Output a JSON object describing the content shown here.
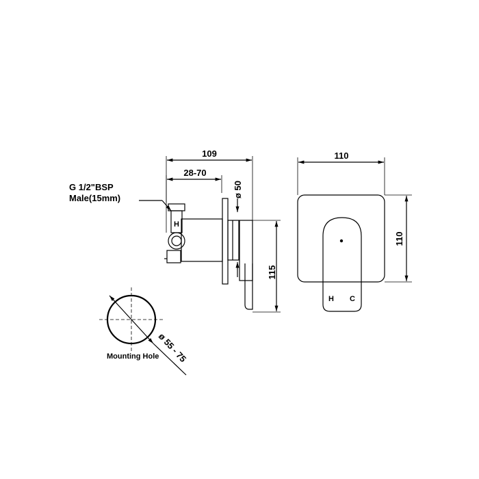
{
  "dimensions": {
    "side_overall_depth": "109",
    "side_adjust_range": "28-70",
    "side_cover_diameter": "ø 50",
    "side_plate_height": "115",
    "front_width": "110",
    "front_height": "110",
    "mounting_hole_diameter": "ø 55 - 75"
  },
  "labels": {
    "thread_line1": "G 1/2\"BSP",
    "thread_line2": "Male(15mm)",
    "mounting_hole": "Mounting Hole",
    "hot_marker": "H",
    "cold_marker": "C",
    "side_hot_marker": "H"
  },
  "colors": {
    "line": "#000000",
    "background": "#ffffff"
  }
}
